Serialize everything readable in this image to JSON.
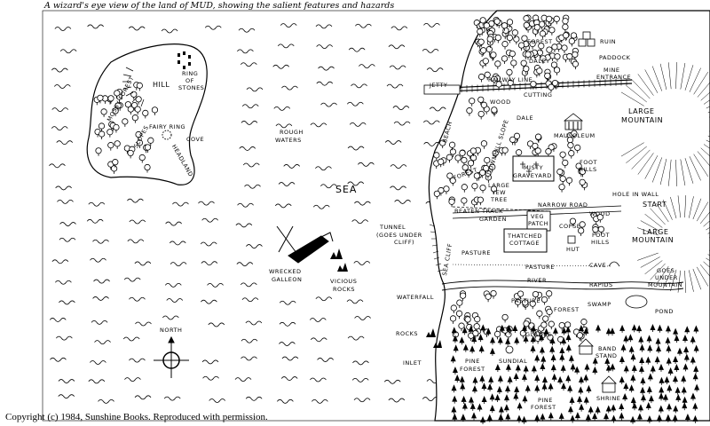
{
  "header": {
    "caption": "A wizard's eye view of the land of MUD, showing the salient features and hazards",
    "copyright": "Copyright (c) 1984, Sunshine Books. Reproduced with permission."
  },
  "compass": {
    "label": "NORTH"
  },
  "labels": {
    "hill": "HILL",
    "ring_line1": "RING",
    "ring_line2": "OF",
    "ring_line3": "STONES",
    "mossy_forest": "MOSSY FOREST",
    "slopes": "SLOPES",
    "fairy_ring": "FAIRY RING",
    "cove": "COVE",
    "headland": "HEADLAND",
    "rough": "ROUGH",
    "waters": "WATERS",
    "sea": "SEA",
    "wrecked": "WRECKED",
    "galleon": "GALLEON",
    "vicious": "VICIOUS",
    "rocks": "ROCKS",
    "rocks_shore": "ROCKS",
    "waterfall": "WATERFALL",
    "inlet": "INLET",
    "tunnel": "TUNNEL",
    "tunnel_note1": "(GOES UNDER",
    "tunnel_note2": "CLIFF)",
    "sea_cliff": "SEA CLIFF",
    "beach": "BEACH",
    "forest_top": "FOREST",
    "ruin": "RUIN",
    "paddock": "PADDOCK",
    "dale_top": "DALE",
    "jetty": "JETTY",
    "railway_line": "RAILWAY LINE",
    "mine_entrance1": "MINE",
    "mine_entrance2": "ENTRANCE",
    "cutting": "CUTTING",
    "wood": "WOOD",
    "large_mountain1": "LARGE",
    "large_mountain2": "MOUNTAIN",
    "dale_mid": "DALE",
    "mausoleum": "MAUSOLEUM",
    "downhill_slope": "DOWNHILL SLOPE",
    "forest_mid": "FOREST",
    "misty_graveyard1": "MISTY",
    "misty_graveyard2": "GRAVEYARD",
    "foot_hills1": "FOOT",
    "foot_hills2": "HILLS",
    "large_yew1": "LARGE",
    "large_yew2": "YEW",
    "large_yew3": "TREE",
    "hole_in_wall": "HOLE IN WALL",
    "start": "START",
    "beaten_track": "BEATEN TRACK",
    "narrow_road": "NARROW ROAD",
    "garden": "GARDEN",
    "veg_patch1": "VEG",
    "veg_patch2": "PATCH",
    "thatched1": "THATCHED",
    "thatched2": "COTTAGE",
    "copse": "COPSE",
    "wood_right": "WOOD",
    "large_mountain_b1": "LARGE",
    "large_mountain_b2": "MOUNTAIN",
    "foot_hills_b1": "FOOT",
    "foot_hills_b2": "HILLS",
    "hut": "HUT",
    "pasture_a": "PASTURE",
    "pasture_b": "PASTURE",
    "cave": "CAVE",
    "river": "RIVER",
    "goes_under1": "GOES",
    "goes_under2": "UNDER",
    "goes_under3": "MOUNTAIN",
    "rapids": "RAPIDS",
    "pasture_c": "PASTURE",
    "forest_low": "FOREST",
    "swamp": "SWAMP",
    "pond": "POND",
    "glades": "GLADES",
    "pine1": "PINE",
    "pine2": "FOREST",
    "sundial": "SUNDIAL",
    "band1": "BAND",
    "band2": "STAND",
    "pine_b1": "PINE",
    "pine_b2": "FOREST",
    "shrine": "SHRINE"
  },
  "colors": {
    "ink": "#000000",
    "paper": "#ffffff"
  }
}
